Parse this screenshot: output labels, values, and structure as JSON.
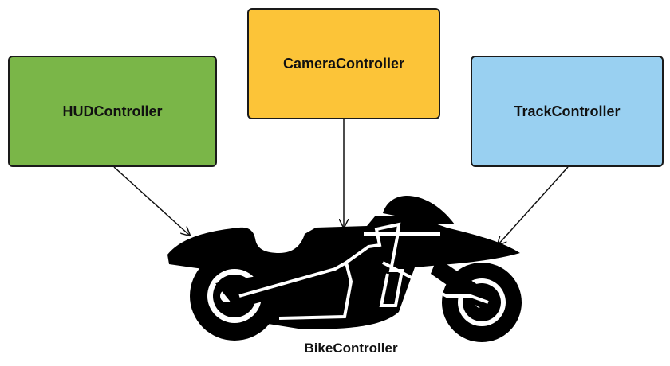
{
  "nodes": {
    "hud": {
      "label": "HUDController",
      "color": "#7ab648"
    },
    "camera": {
      "label": "CameraController",
      "color": "#fcc438"
    },
    "track": {
      "label": "TrackController",
      "color": "#99d0f1"
    },
    "bike": {
      "label": "BikeController",
      "icon": "motorcycle-icon"
    }
  },
  "edges": [
    {
      "from": "HUDController",
      "to": "BikeController"
    },
    {
      "from": "CameraController",
      "to": "BikeController"
    },
    {
      "from": "TrackController",
      "to": "BikeController"
    }
  ]
}
